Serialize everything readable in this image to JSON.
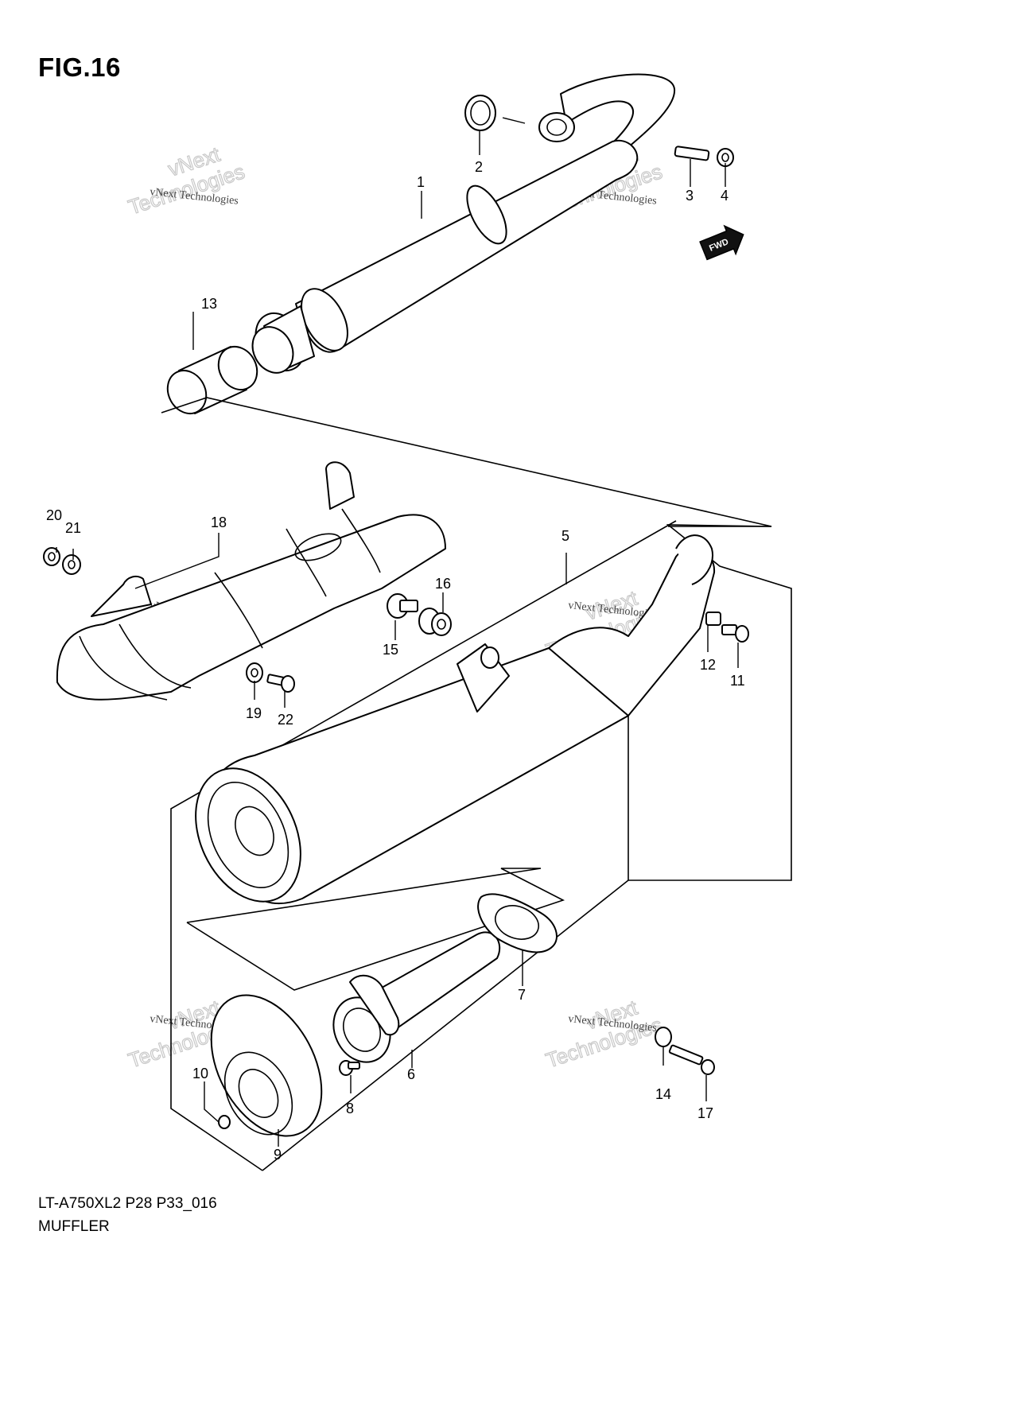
{
  "figure": {
    "title": "FIG.16",
    "model_code": "LT-A750XL2 P28 P33_016",
    "section_name": "MUFFLER"
  },
  "direction_badge": {
    "label": "FWD",
    "icon": "forward-arrow-icon"
  },
  "watermark": {
    "line_small": "vNext Technologies",
    "line_big_top": "vNext",
    "line_big_bottom": "Technologies"
  },
  "callouts": [
    "1",
    "2",
    "3",
    "4",
    "5",
    "6",
    "7",
    "8",
    "9",
    "10",
    "11",
    "12",
    "13",
    "14",
    "15",
    "16",
    "17",
    "18",
    "19",
    "20",
    "21",
    "22"
  ]
}
